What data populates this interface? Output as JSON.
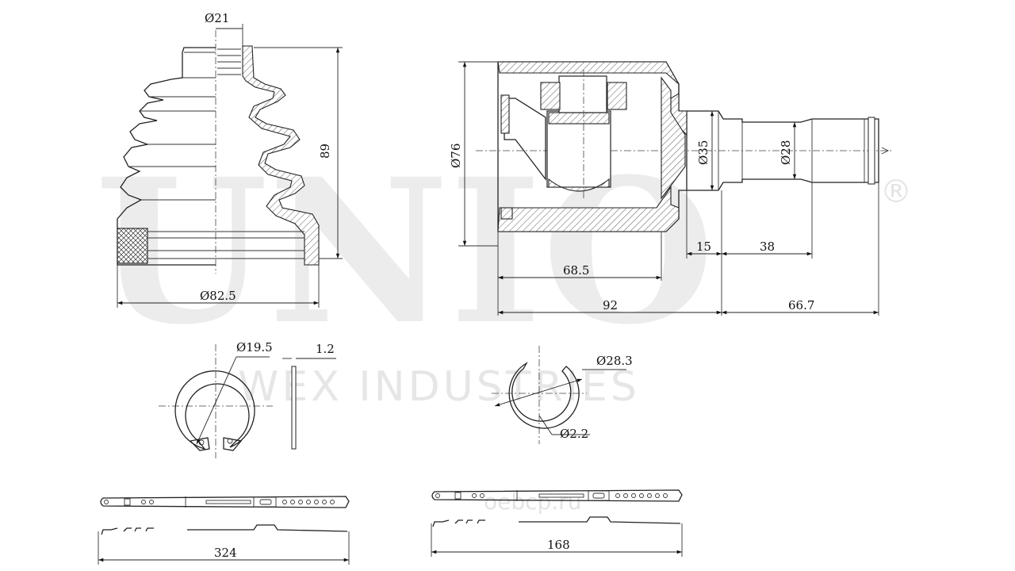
{
  "watermark": {
    "brand": "UNIO",
    "registered": "®",
    "company": "WEX INDUSTRIES",
    "site": "oebcp.ru"
  },
  "dimensions": {
    "boot_small_dia": "Ø21",
    "boot_height": "89",
    "boot_large_dia": "Ø82.5",
    "joint_outer_dia": "Ø76",
    "shaft_dia": "Ø35",
    "spline_dia": "Ø28",
    "seg_15": "15",
    "seg_38": "38",
    "len_68_5": "68.5",
    "len_92": "92",
    "len_66_7": "66.7",
    "circlip_dia": "Ø19.5",
    "circlip_thk": "1.2",
    "ring_dia": "Ø28.3",
    "ring_wire": "Ø2.2",
    "clamp_long_len": "324",
    "clamp_short_len": "168"
  }
}
